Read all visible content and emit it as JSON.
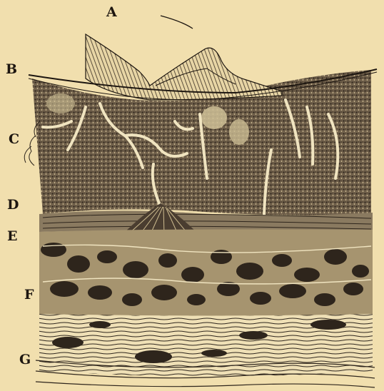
{
  "figure": {
    "labels": {
      "a": "A",
      "b": "B",
      "c": "C",
      "d": "D",
      "e": "E",
      "f": "F",
      "g": "G"
    },
    "colors": {
      "paper": "#f1dfae",
      "ink": "#1d1610",
      "tissue_mid": "#6f5f4a",
      "tissue_dark": "#3a2f24",
      "pale_strands": "#efe2bd"
    }
  }
}
